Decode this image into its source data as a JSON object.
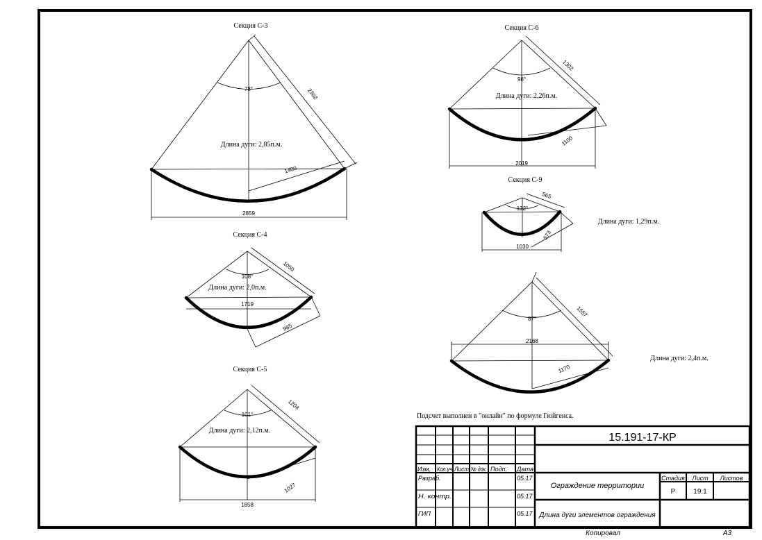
{
  "sections": [
    {
      "id": "c3",
      "title": "Секция С-3",
      "angle": "78°",
      "radius": "2302",
      "chord": "2859",
      "half_chord": "1400",
      "arc_text": "Длина дуги: 2,85п.м."
    },
    {
      "id": "c4",
      "title": "Секция С-4",
      "angle": "108°",
      "radius": "1050",
      "chord": "1719",
      "half_chord": "985",
      "arc_text": "Длина дуги: 2,0п.м."
    },
    {
      "id": "c5",
      "title": "Секция С-5",
      "angle": "101°",
      "radius": "1204",
      "chord": "1858",
      "half_chord": "1027",
      "arc_text": "Длина дуги: 2,12п.м."
    },
    {
      "id": "c6",
      "title": "Секция С-6",
      "angle": "98°",
      "radius": "1302",
      "chord": "2019",
      "half_chord": "1100",
      "arc_text": "Длина дуги: 2,26п.м."
    },
    {
      "id": "c9",
      "title": "Секция С-9",
      "angle": "132°",
      "radius": "565",
      "chord": "1030",
      "half_chord": "573",
      "arc_text": "Длина дуги: 1,29п.м."
    },
    {
      "id": "c10",
      "title": "",
      "angle": "87°",
      "radius": "1557",
      "chord": "2168",
      "half_chord": "1170",
      "arc_text": "Длина дуги: 2,4п.м."
    }
  ],
  "note": "Подсчет выполнен в \"онлайн\" по формуле Гюйгенса.",
  "title_block": {
    "doc_code": "15.191-17-КР",
    "headers": [
      "Изм.",
      "Кол.уч",
      "Лист",
      "№ док.",
      "Подп.",
      "Дата"
    ],
    "rows": [
      {
        "role": "Разраб.",
        "date": "05.17"
      },
      {
        "role": "Н. контр.",
        "date": "05.17"
      },
      {
        "role": "ГИП",
        "date": "05.17"
      }
    ],
    "object_name": "Ограждение территории",
    "sheet_title": "Длина дуги элементов ограждения",
    "stage_label": "Стадия",
    "sheet_label": "Лист",
    "sheets_label": "Листов",
    "stage_value": "Р",
    "sheet_value": "19.1",
    "copied_label": "Копировал",
    "format_label": "А3"
  }
}
